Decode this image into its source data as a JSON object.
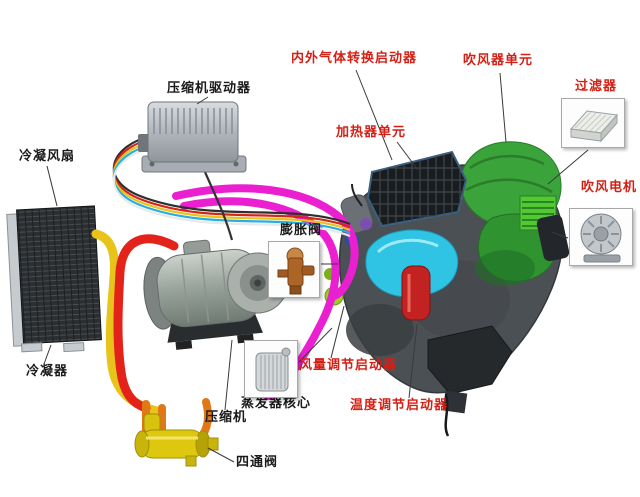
{
  "diagram": {
    "labels": {
      "compressor_driver": "压缩机驱动器",
      "intake_actuator": "内外气体转换启动器",
      "blower_unit": "吹风器单元",
      "filter": "过滤器",
      "heater_unit": "加热器单元",
      "blower_motor": "吹风电机",
      "condenser_fan": "冷凝风扇",
      "expansion_valve": "膨胀阀",
      "condenser": "冷凝器",
      "air_volume_actuator": "风量调节启动器",
      "evaporator_core": "蒸发器核心",
      "temperature_actuator": "温度调节启动器",
      "compressor": "压缩机",
      "four_way_valve": "四通阀"
    },
    "icons": {
      "filter": "filter-panel-icon",
      "blower_motor": "blower-motor-icon",
      "expansion_valve": "expansion-valve-icon",
      "evaporator_core": "evaporator-core-icon"
    },
    "colors": {
      "label_red": "#d42015",
      "label_black": "#1a1a1a",
      "tube_red": "#e3221a",
      "tube_yellow": "#e8c41a",
      "tube_magenta": "#ea1fd0",
      "tube_orange": "#e07818",
      "green_housing": "#3aa33a",
      "cyan_duct": "#2fc4e4",
      "red_actuator": "#c32222"
    }
  }
}
